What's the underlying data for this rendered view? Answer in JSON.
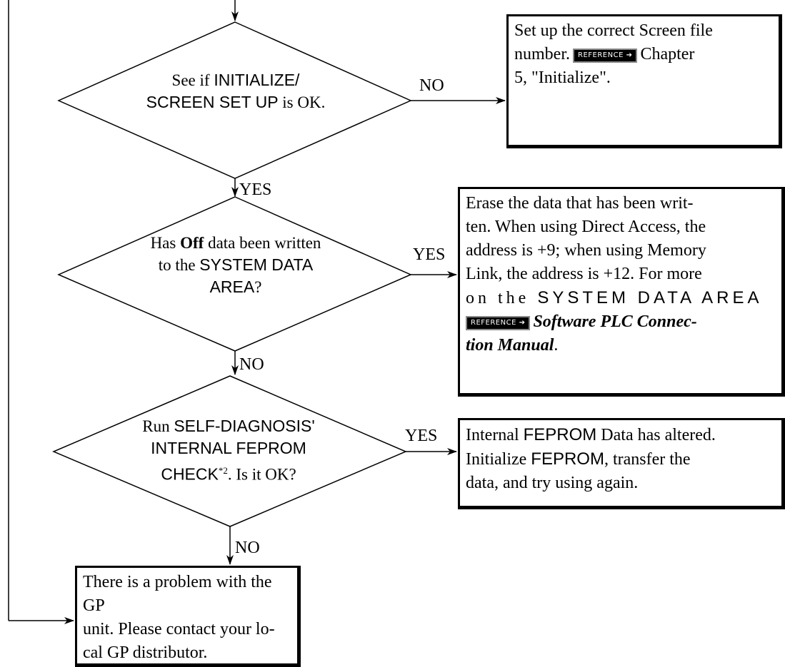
{
  "ref_label": "REFERENCE ➔",
  "d1": {
    "pre": "See if ",
    "line1": "INITIALIZE/",
    "line2": "SCREEN SET UP",
    "post": " is OK."
  },
  "d2": {
    "pre": "Has ",
    "bold": "Off",
    "post1": " data been written",
    "pre2": "to the ",
    "line2": "SYSTEM DATA",
    "line3": "AREA",
    "q": "?"
  },
  "d3": {
    "pre": "Run ",
    "line1": "SELF-DIAGNOSIS'",
    "line2": "INTERNAL FEPROM",
    "line3": "CHECK",
    "sup": "*2",
    "post": ".  Is it OK?"
  },
  "labels": {
    "no1": "NO",
    "yes1": "YES",
    "yes2": "YES",
    "no2": "NO",
    "yes3": "YES",
    "no3": "NO"
  },
  "box1": {
    "line1": "Set up the correct Screen file",
    "line2a": "number.",
    "line2b": "Chapter",
    "line3": "5, \"Initialize\"."
  },
  "box2": {
    "line1": "Erase the data that has been writ-",
    "line2": "ten.  When using Direct Access, the",
    "line3": "address is +9; when using Memory",
    "line4": "Link, the address is +12.  For more",
    "line5a": "on the ",
    "line5b": "SYSTEM DATA AREA",
    "line6": "Software PLC Connec-",
    "line7": "tion Manual",
    "line7end": "."
  },
  "box3": {
    "line1a": "Internal ",
    "line1b": "FEPROM",
    "line1c": " Data has altered.",
    "line2a": "Initialize ",
    "line2b": "FEPROM",
    "line2c": ", transfer the",
    "line3": "data, and try using again."
  },
  "box4": {
    "line1": "There is a problem with the GP",
    "line2": "unit.  Please contact your lo-",
    "line3": "cal GP distributor."
  }
}
